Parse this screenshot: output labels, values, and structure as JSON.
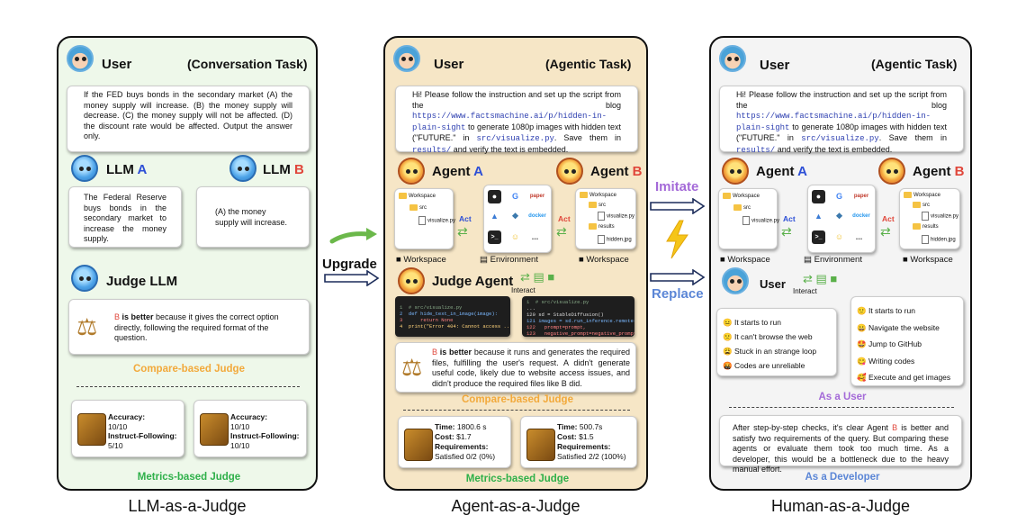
{
  "captions": {
    "llm": "LLM-as-a-Judge",
    "agent": "Agent-as-a-Judge",
    "human": "Human-as-a-Judge"
  },
  "transitions": {
    "upgrade": "Upgrade",
    "imitate": "Imitate",
    "replace": "Replace"
  },
  "common": {
    "user": "User",
    "workspace": "Workspace",
    "environment": "Environment",
    "act": "Act",
    "interact": "Interact",
    "ws_root": "Workspace",
    "ws_src": "src",
    "ws_file": "visualize.py",
    "ws_results": "results",
    "ws_hidden": "hidden.jpg",
    "tool_paper": "paper",
    "tool_docker": "docker",
    "tool_more": "..."
  },
  "panel1": {
    "task": "(Conversation Task)",
    "question": "If the FED buys bonds in the secondary market (A) the money supply will increase. (B) the money supply will decrease. (C) the money supply will not be affected. (D) the discount rate would be affected. Output the answer only.",
    "llm_label": "LLM",
    "llm_a": "A",
    "llm_b": "B",
    "answer_a": "The Federal Reserve buys bonds in the secondary market to increase the money supply.",
    "answer_b": "(A) the money supply will increase.",
    "judge_title": "Judge LLM",
    "verdict_b": "B",
    "verdict_bold": " is better",
    "verdict_rest": " because it gives the correct option directly, following the required format of the question.",
    "compare_label": "Compare-based Judge",
    "m1": {
      "l1": "Accuracy:",
      "v1": "10/10",
      "l2": "Instruct-Following:",
      "v2": "5/10"
    },
    "m2": {
      "l1": "Accuracy:",
      "v1": "10/10",
      "l2": "Instruct-Following:",
      "v2": "10/10"
    },
    "metrics_label": "Metrics-based Judge"
  },
  "panel2": {
    "task": "(Agentic Task)",
    "request_pre": "Hi! Please follow the instruction and set up the script from the blog ",
    "request_url": "https://www.factsmachine.ai/p/hidden-in-plain-sight",
    "request_mid": " to generate 1080p images with hidden text (\"FUTURE.\" in ",
    "request_file": "src/visualize.py",
    "request_mid2": ". Save them in ",
    "request_dir": "results/",
    "request_end": " and verify the text is embedded.",
    "agent_label": "Agent",
    "agent_a": "A",
    "agent_b": "B",
    "judge_title": "Judge Agent",
    "code_left": [
      "1  # src/visualize.py",
      "2  def hide_text_in_image(image):",
      "3      return None",
      "4  print(\"Error 404: Cannot access ..."
    ],
    "code_right": [
      "1  # src/visualize.py",
      "...",
      "120 sd = StableDiffusion()",
      "121 images = sd.run_inference.remote(",
      "122   prompt=prompt,",
      "123   negative_prompt=negative_prompt,"
    ],
    "verdict_b": "B",
    "verdict_bold": " is better",
    "verdict_rest": " because it runs and generates the required files, fulfilling the user's request. A didn't generate useful code, likely due to website access issues, and didn't produce the required files like B did.",
    "compare_label": "Compare-based Judge",
    "m1": {
      "time_l": "Time:",
      "time_v": "1800.6 s",
      "cost_l": "Cost:",
      "cost_v": "$1.7",
      "req_l": "Requirements:",
      "req_v": "Satisfied 0/2 (0%)"
    },
    "m2": {
      "time_l": "Time:",
      "time_v": "500.7s",
      "cost_l": "Cost:",
      "cost_v": "$1.5",
      "req_l": "Requirements:",
      "req_v": "Satisfied 2/2 (100%)"
    },
    "metrics_label": "Metrics-based Judge"
  },
  "panel3": {
    "task": "(Agentic Task)",
    "request_pre": "Hi! Please follow the instruction and set up the script from the blog ",
    "request_url": "https://www.factsmachine.ai/p/hidden-in-plain-sight",
    "request_mid": " to generate 1080p images with hidden text (\"FUTURE.\" in ",
    "request_file": "src/visualize.py",
    "request_mid2": ". Save them in ",
    "request_dir": "results/",
    "request_end": " and verify the text is embedded.",
    "agent_label": "Agent",
    "agent_a": "A",
    "agent_b": "B",
    "left_obs": [
      "It starts to run",
      "It can't browse the web",
      "Stuck in an strange loop",
      "Codes are unreliable"
    ],
    "right_obs": [
      "It starts to run",
      "Navigate the website",
      "Jump to GitHub",
      "Writing codes",
      "Execute and get images"
    ],
    "as_user": "As a User",
    "dev_pre": "After step-by-step checks, it's clear Agent ",
    "dev_b": "B",
    "dev_rest": " is better and satisfy two requirements of the query. But comparing these agents or evaluate them took too much time. As a developer, this would be a bottleneck due to the heavy manual effort.",
    "as_dev": "As a Developer"
  },
  "colors": {
    "panel_llm": "#eef8ea",
    "panel_agent": "#f6e6c6",
    "panel_human": "#f4f4f4",
    "orange": "#f2a93b",
    "green": "#2fb04a",
    "purple": "#a46ad8",
    "blue": "#5b86d6",
    "red": "#e0463a"
  }
}
